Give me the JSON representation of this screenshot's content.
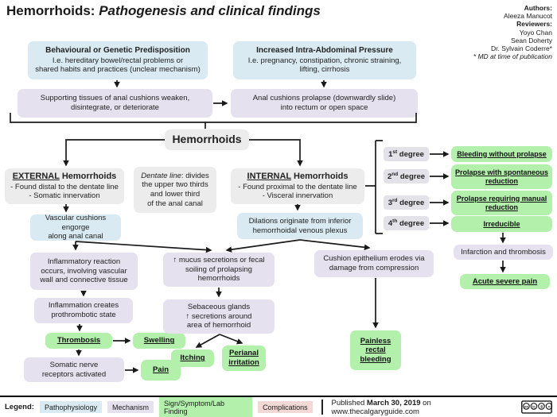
{
  "title": {
    "prefix": "Hemorrhoids: ",
    "emph": "Pathogenesis and clinical findings"
  },
  "credits": {
    "authors_label": "Authors:",
    "author": "Aleeza Manucot",
    "reviewers_label": "Reviewers:",
    "reviewer1": "Yoyo Chan",
    "reviewer2": "Sean Doherty",
    "reviewer3": "Dr. Sylvain Coderre*",
    "note": "* MD at time of publication"
  },
  "nodes": {
    "behavioural": {
      "head": "Behavioural or Genetic Predisposition",
      "body": "I.e. hereditary bowel/rectal problems or\nshared habits and practices (unclear mechanism)"
    },
    "pressure": {
      "head": "Increased Intra-Abdominal Pressure",
      "body": "I.e. pregnancy, constipation, chronic straining,\nlifting, cirrhosis"
    },
    "supporting": {
      "text": "Supporting tissues of anal cushions weaken,\ndisintegrate, or deteriorate"
    },
    "prolapse": {
      "text": "Anal cushions prolapse (downwardly slide)\ninto rectum or open space"
    },
    "hemorrhoids": {
      "text": "Hemorrhoids"
    },
    "external": {
      "highlight": "EXTERNAL",
      "rest": " Hemorrhoids",
      "body": "- Found distal to the dentate line\n- Somatic innervation"
    },
    "dentate": {
      "em": "Dentate line",
      "rest": ": divides\nthe upper two thirds\nand lower third\nof the anal canal"
    },
    "internal": {
      "highlight": "INTERNAL",
      "rest": " Hemorrhoids",
      "body": "- Found proximal to the dentate line\n- Visceral innervation"
    },
    "vascular": {
      "text": "Vascular cushions engorge\nalong anal canal"
    },
    "dilations": {
      "text": "Dilations originate from inferior\nhemorrhoidal venous plexus"
    },
    "inflammatory": {
      "text": "Inflammatory reaction\noccurs, involving vascular\nwall and connective tissue"
    },
    "prothrombotic": {
      "text": "Inflammation creates\nprothrombotic state"
    },
    "thrombosis": {
      "text": "Thrombosis"
    },
    "swelling": {
      "text": "Swelling"
    },
    "somatic": {
      "text": "Somatic nerve\nreceptors activated"
    },
    "pain": {
      "text": "Pain"
    },
    "mucus": {
      "text": "↑ mucus secretions or fecal\nsoiling of prolapsing\nhemorrhoids"
    },
    "sebaceous": {
      "text": "Sebaceous glands\n↑ secretions around\narea of hemorrhoid"
    },
    "itching": {
      "text": "Itching"
    },
    "perianal": {
      "text": "Perianal\nirritation"
    },
    "cushion": {
      "text": "Cushion epithelium erodes via\ndamage from compression"
    },
    "painless": {
      "text": "Painless\nrectal\nbleeding"
    },
    "infarction": {
      "text": "Infarction and thrombosis"
    },
    "acute": {
      "text": "Acute severe pain"
    }
  },
  "degrees": [
    {
      "num": "1",
      "sup": "st",
      "rest": " degree",
      "outcome": "Bleeding without prolapse"
    },
    {
      "num": "2",
      "sup": "nd",
      "rest": " degree",
      "outcome": "Prolapse with spontaneous\nreduction"
    },
    {
      "num": "3",
      "sup": "rd",
      "rest": " degree",
      "outcome": "Prolapse requiring manual\nreduction"
    },
    {
      "num": "4",
      "sup": "th",
      "rest": " degree",
      "outcome": "Irreducible"
    }
  ],
  "legend": {
    "label": "Legend:",
    "items": [
      {
        "label": "Pathophysiology",
        "color": "#d9eaf2"
      },
      {
        "label": "Mechanism",
        "color": "#e5e1ef"
      },
      {
        "label": "Sign/Symptom/Lab Finding",
        "color": "#b2f0ac"
      },
      {
        "label": "Complications",
        "color": "#f2d9d5"
      }
    ]
  },
  "footer": {
    "published_prefix": "Published ",
    "date": "March 30, 2019",
    "published_suffix": " on www.thecalgaryguide.com",
    "license": "CC BY-NC-ND"
  },
  "colors": {
    "pathophysiology": "#d9eaf2",
    "mechanism": "#e5e1ef",
    "sign_symptom": "#b2f0ac",
    "complications": "#f2d9d5",
    "neutral_gray": "#ececec",
    "degree_gray": "#e3e2e9",
    "arrow": "#1a1a1a"
  }
}
